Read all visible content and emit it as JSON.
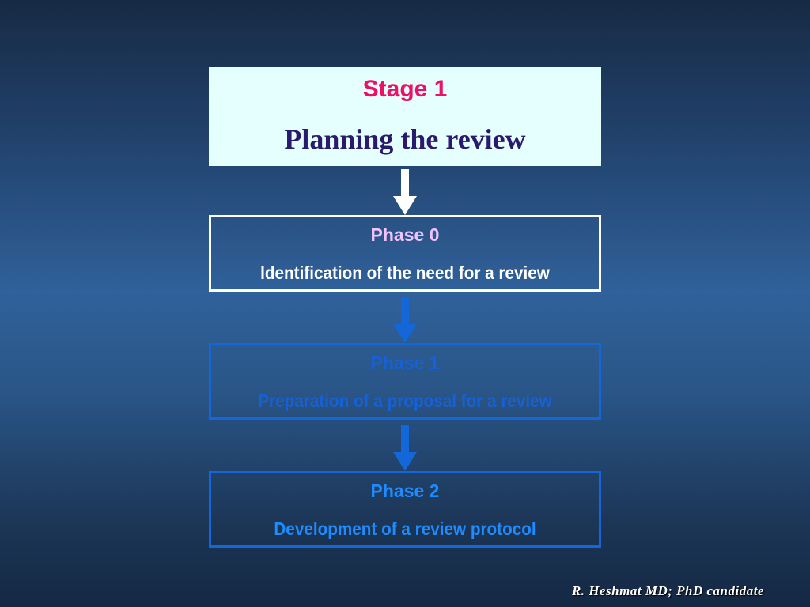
{
  "stage": {
    "title": "Stage 1",
    "subtitle": "Planning the review"
  },
  "phases": [
    {
      "title": "Phase 0",
      "description": "Identification of the need for a review"
    },
    {
      "title": "Phase 1",
      "description": "Preparation of a proposal  for a review"
    },
    {
      "title": "Phase 2",
      "description": "Development of a review protocol"
    }
  ],
  "footer": {
    "author": "R. Heshmat MD; PhD candidate"
  },
  "colors": {
    "stage_box_fill": "#e5ffff",
    "stage_title": "#ee0f66",
    "stage_subtitle": "#2a1a6e",
    "phase0_border": "#ffffff",
    "phase0_title": "#f4c2ff",
    "phase1_blue": "#1661d6",
    "phase2_blue": "#1e8cff",
    "arrow_white": "#ffffff",
    "arrow_blue": "#1467d8"
  },
  "icons": {
    "connector": "down-arrow-icon"
  }
}
